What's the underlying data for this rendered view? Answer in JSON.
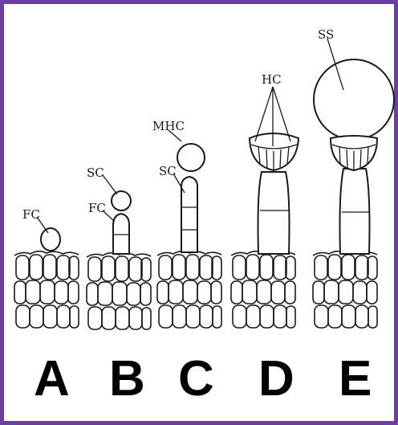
{
  "panels": [
    {
      "letter": "A",
      "labels": [
        "FC"
      ]
    },
    {
      "letter": "B",
      "labels": [
        "SC",
        "FC"
      ]
    },
    {
      "letter": "C",
      "labels": [
        "MHC",
        "SC"
      ]
    },
    {
      "letter": "D",
      "labels": [
        "HC"
      ]
    },
    {
      "letter": "E",
      "labels": [
        "SS"
      ]
    }
  ],
  "colors": {
    "border": "#6b3fa0",
    "ink": "#1a1a1a"
  }
}
